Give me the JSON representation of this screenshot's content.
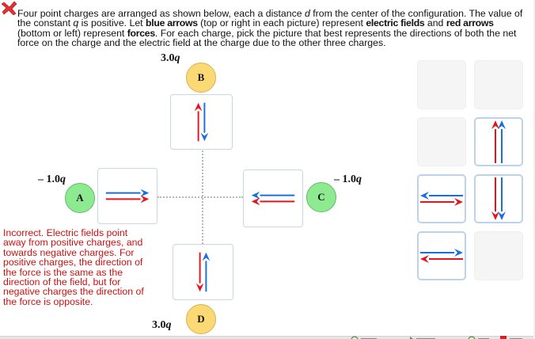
{
  "status": {
    "icon": "incorrect-x-icon",
    "color": "#e03030"
  },
  "prompt": {
    "segments": [
      {
        "text": "Four point charges are arranged as shown below, each a distance ",
        "style": "normal"
      },
      {
        "text": "d",
        "style": "italic"
      },
      {
        "text": " from the center of the configuration. The value of the constant ",
        "style": "normal"
      },
      {
        "text": "q",
        "style": "italic"
      },
      {
        "text": " is positive. Let ",
        "style": "normal"
      },
      {
        "text": "blue arrows",
        "style": "bold"
      },
      {
        "text": " (top or right in each picture) represent ",
        "style": "normal"
      },
      {
        "text": "electric fields",
        "style": "bold"
      },
      {
        "text": " and ",
        "style": "normal"
      },
      {
        "text": "red arrows",
        "style": "bold"
      },
      {
        "text": " (bottom or left)  represent ",
        "style": "normal"
      },
      {
        "text": "forces",
        "style": "bold"
      },
      {
        "text": ". For each charge, pick the picture that best represents the directions of both the net force on the charge and the electric field at the charge due to the other three charges.",
        "style": "normal"
      }
    ]
  },
  "charges": {
    "A": {
      "name": "A",
      "value": "– 1.0",
      "unit": "q",
      "sign": "negative"
    },
    "B": {
      "name": "B",
      "value": "3.0",
      "unit": "q",
      "sign": "positive"
    },
    "C": {
      "name": "C",
      "value": "– 1.0",
      "unit": "q",
      "sign": "negative"
    },
    "D": {
      "name": "D",
      "value": "3.0",
      "unit": "q",
      "sign": "positive"
    }
  },
  "answers": {
    "A": {
      "field": "right",
      "force": "right"
    },
    "B": {
      "field": "down",
      "force": "up"
    },
    "C": {
      "field": "left",
      "force": "left"
    },
    "D": {
      "field": "up",
      "force": "down"
    }
  },
  "feedback": {
    "text": "Incorrect. Electric fields point away from positive charges, and towards negative charges. For positive charges, the direction of the force is the same as the direction of the field, but for negative charges the direction of the force is opposite.",
    "color": "#cc1010"
  },
  "bank": {
    "tiles": [
      {
        "row": 0,
        "col": 0,
        "state": "empty"
      },
      {
        "row": 0,
        "col": 1,
        "state": "empty"
      },
      {
        "row": 1,
        "col": 0,
        "state": "empty"
      },
      {
        "row": 1,
        "col": 1,
        "state": "filled",
        "field": "up",
        "force": "up"
      },
      {
        "row": 2,
        "col": 0,
        "state": "filled",
        "field": "left",
        "force": "right"
      },
      {
        "row": 2,
        "col": 1,
        "state": "filled",
        "field": "down",
        "force": "down"
      },
      {
        "row": 3,
        "col": 0,
        "state": "filled",
        "field": "right",
        "force": "left"
      },
      {
        "row": 3,
        "col": 1,
        "state": "empty"
      }
    ]
  },
  "colors": {
    "field_arrow": "#1a6fe0",
    "force_arrow": "#e8141b",
    "positive_charge": "#fbda75",
    "negative_charge": "#8eea90",
    "tile_border": "#bcd3ea"
  }
}
